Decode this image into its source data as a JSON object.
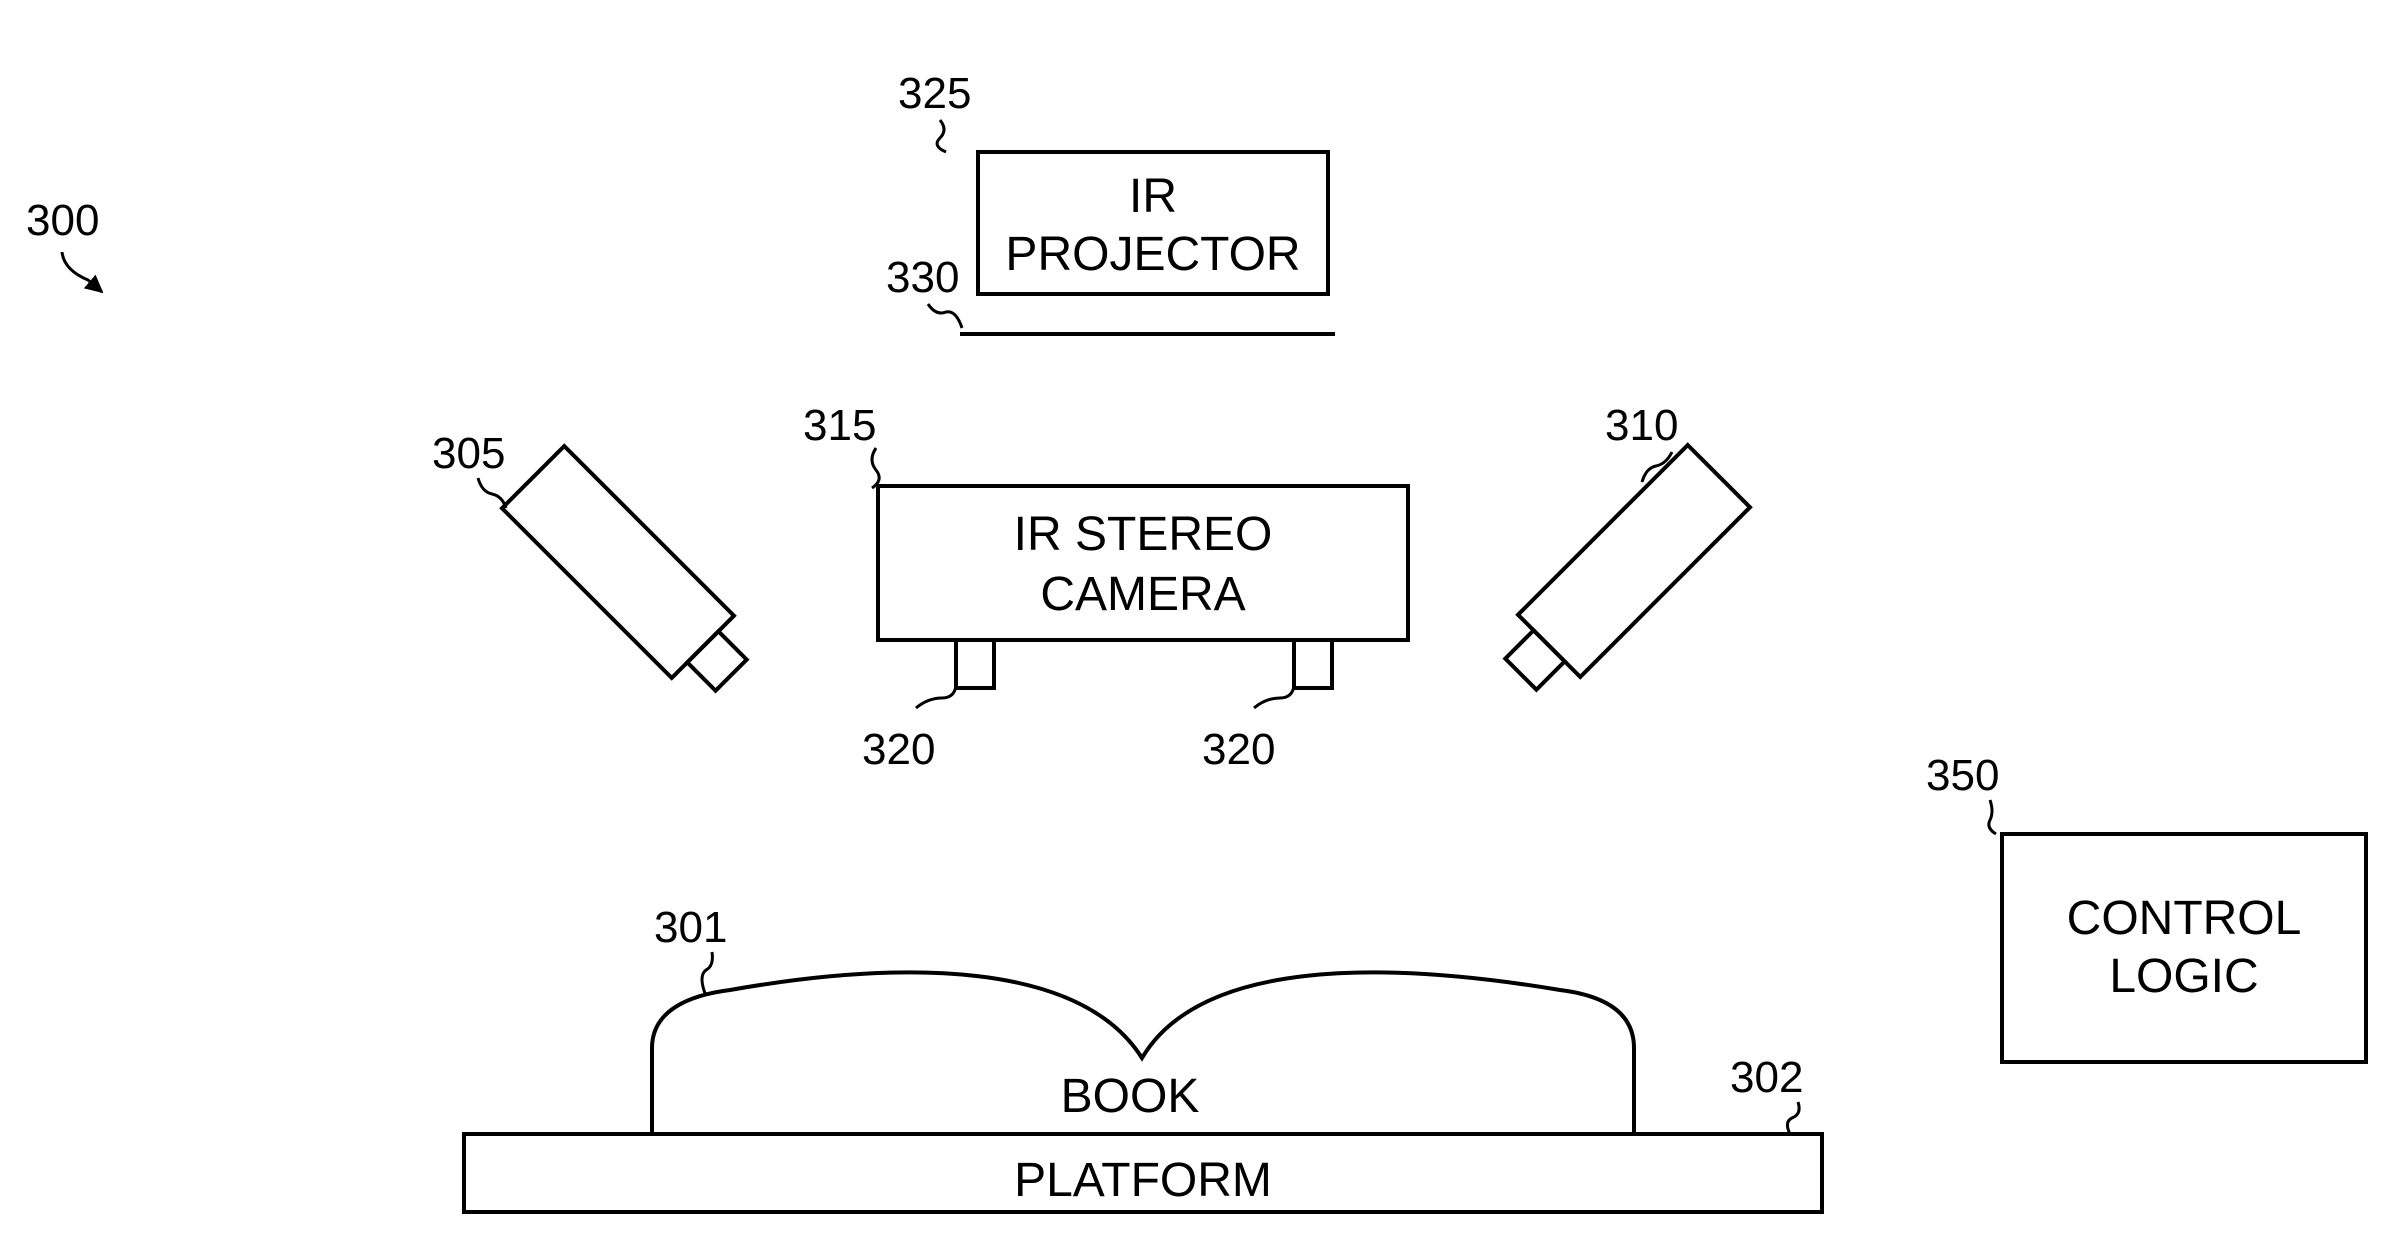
{
  "figure": {
    "ref": "300",
    "book": {
      "ref": "301",
      "label": "BOOK"
    },
    "platform": {
      "ref": "302",
      "label": "PLATFORM"
    },
    "camera_left": {
      "ref": "305"
    },
    "camera_right": {
      "ref": "310"
    },
    "stereo_camera": {
      "ref": "315",
      "label_line1": "IR STEREO",
      "label_line2": "CAMERA"
    },
    "stereo_lens": {
      "ref_left": "320",
      "ref_right": "320"
    },
    "projector": {
      "ref": "325",
      "label_line1": "IR",
      "label_line2": "PROJECTOR"
    },
    "projector_line": {
      "ref": "330"
    },
    "control_logic": {
      "ref": "350",
      "label_line1": "CONTROL",
      "label_line2": "LOGIC"
    }
  }
}
